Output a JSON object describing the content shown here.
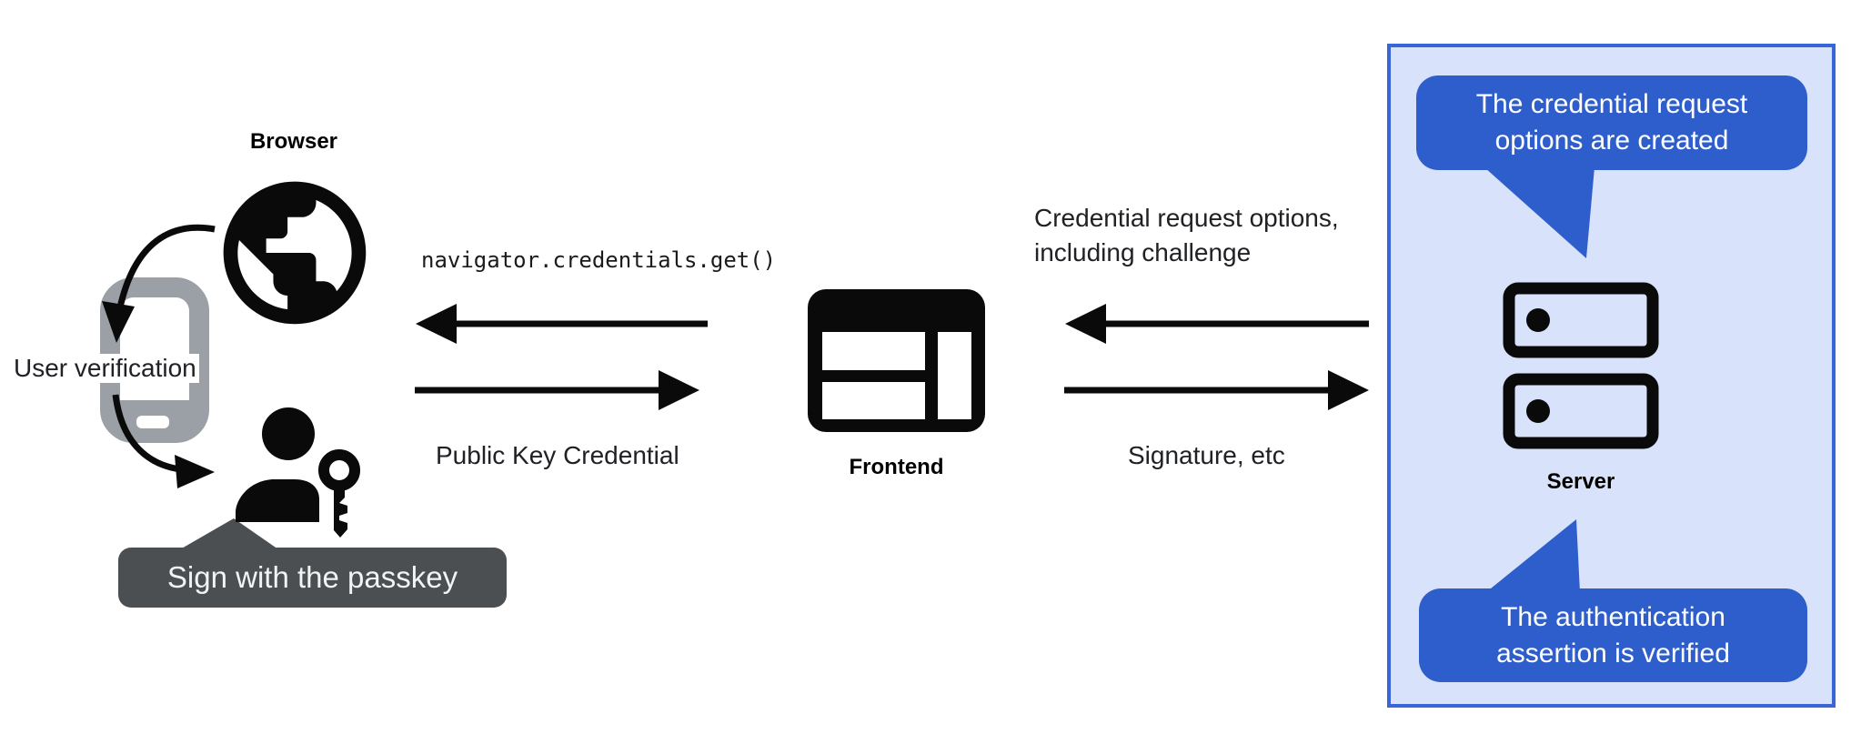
{
  "diagram": {
    "left": {
      "browser_label": "Browser",
      "user_verification_label": "User verification",
      "passkey_tooltip": "Sign with the passkey"
    },
    "middle": {
      "code_text": "navigator.credentials.get()",
      "public_key_label": "Public Key Credential",
      "frontend_label": "Frontend"
    },
    "right": {
      "request_options_line1": "Credential request options,",
      "request_options_line2": "including challenge",
      "signature_label": "Signature, etc",
      "server_label": "Server",
      "bubble_top_line1": "The credential request",
      "bubble_top_line2": "options are created",
      "bubble_bottom_line1": "The authentication",
      "bubble_bottom_line2": "assertion is verified"
    },
    "icons": {
      "browser": "globe-icon",
      "user_verification_device": "smartphone-icon",
      "user": "person-with-key-icon",
      "frontend": "browser-window-icon",
      "server": "server-stack-icon"
    }
  },
  "colors": {
    "bubble_blue": "#2e5ecc",
    "panel_fill": "#d8e2fa",
    "panel_border": "#3866d8",
    "tooltip_gray": "#4c4f52",
    "phone_gray": "#9aa0a6",
    "icon_black": "#0a0a0a"
  }
}
